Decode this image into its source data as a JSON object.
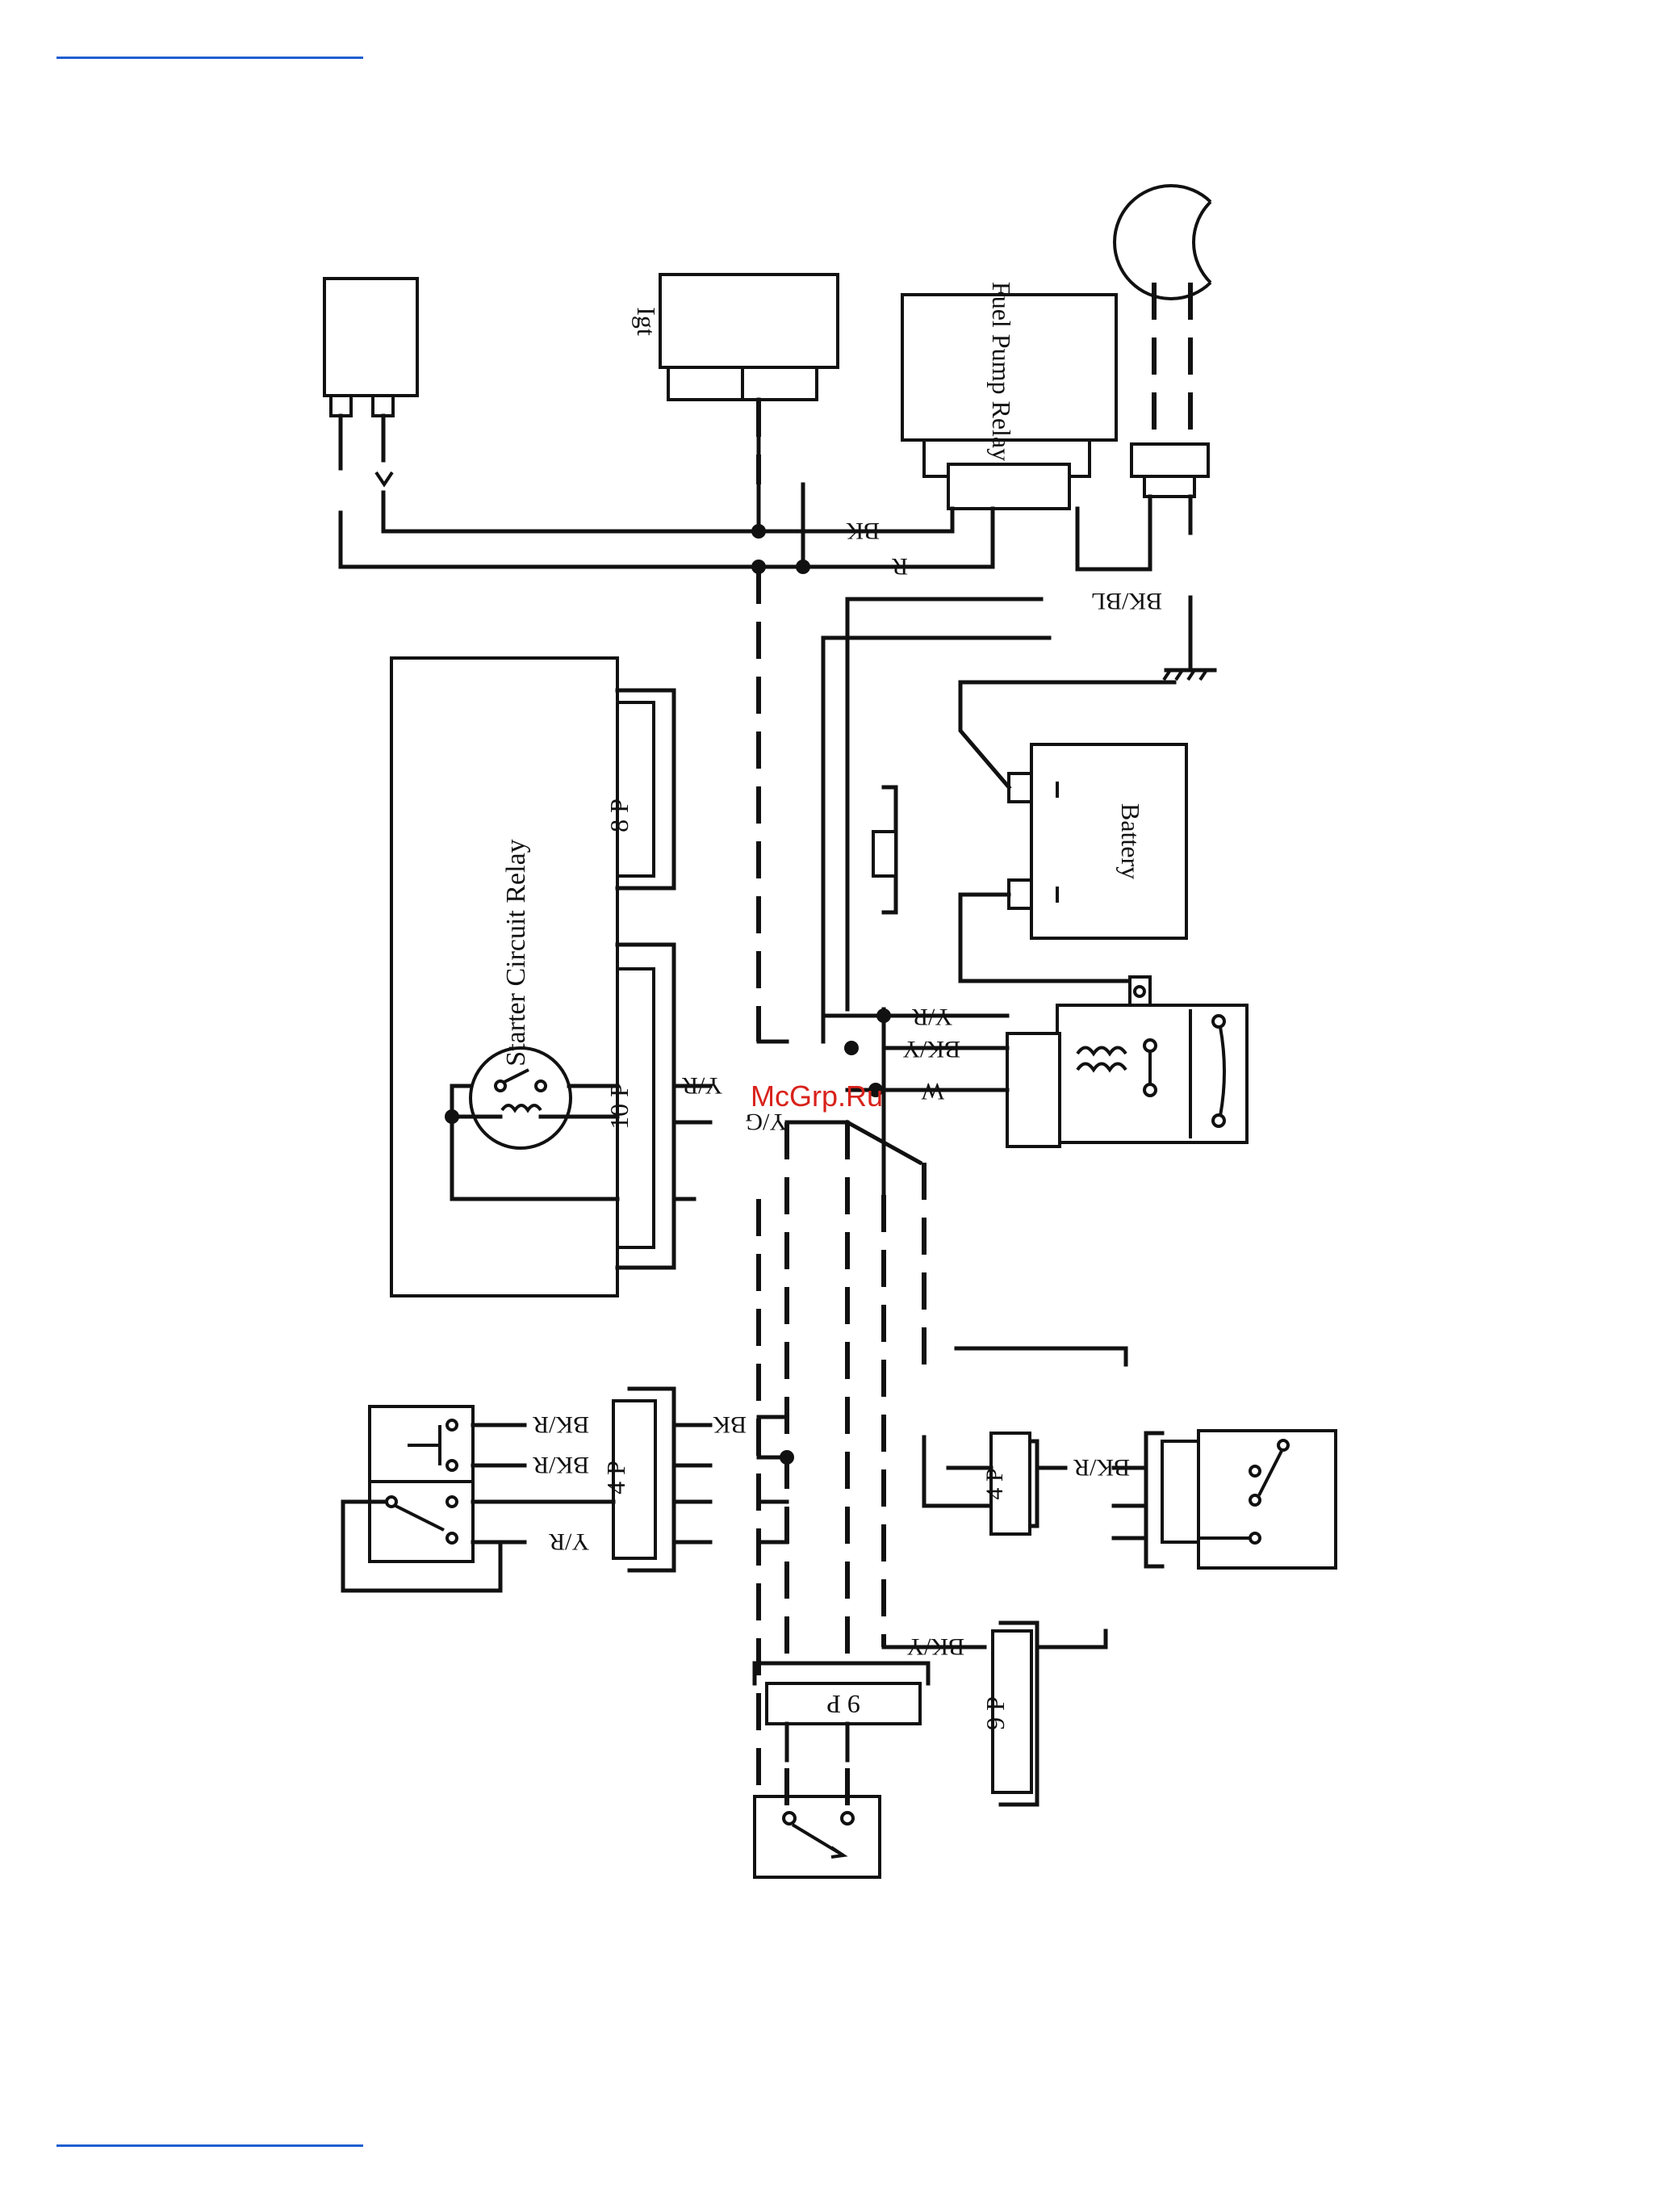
{
  "labels": {
    "igniter": "Igt",
    "fuel_pump_relay": "Fuel Pump Relay",
    "battery": "Battery",
    "starter_circuit_relay": "Starter Circuit Relay",
    "connector_8p": "8 P",
    "connector_10p": "10 P",
    "connector_4p_left": "4 P",
    "connector_4p_right": "4 P",
    "connector_9p_a": "9 P",
    "connector_9p_b": "9 P",
    "watermark": "McGrp.Ru"
  },
  "wires": {
    "bk_top": "BK",
    "r_top": "R",
    "bk_bl": "BK/BL",
    "y_r_junction": "Y/R",
    "bk_y_junction": "BK/Y",
    "w_junction": "W",
    "y_r_starter": "Y/R",
    "y_g_starter": "Y/G",
    "bk_4p": "BK",
    "bk_r_1": "BK/R",
    "bk_r_2": "BK/R",
    "y_r_4p": "Y/R",
    "bk_r_right": "BK/R",
    "bk_y_9p": "BK/Y"
  },
  "colors": {
    "line": "#111111",
    "header_rule": "#1f5fd1",
    "watermark": "#d8221b"
  }
}
